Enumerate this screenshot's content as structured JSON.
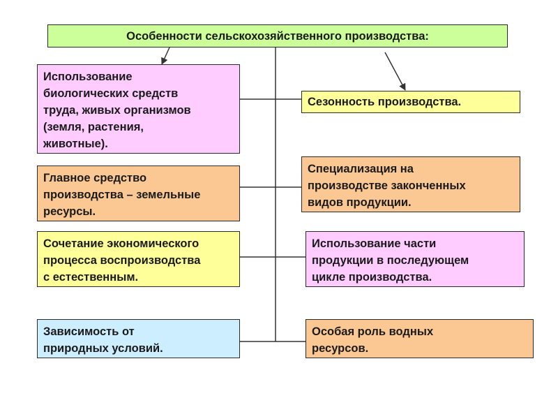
{
  "colors": {
    "green": "#ccff99",
    "pink": "#ffccff",
    "orange": "#fbc893",
    "yellow": "#ffff99",
    "blue": "#cceeff",
    "line": "#333333"
  },
  "diagram": {
    "title": "Особенности сельскохозяйственного производства:",
    "left_boxes": [
      {
        "text": "Использование\nбиологических средств\nтруда, живых организмов\n(земля, растения,\nживотные).",
        "color": "pink"
      },
      {
        "text": "Главное средство\nпроизводства – земельные\nресурсы.",
        "color": "orange"
      },
      {
        "text": "Сочетание экономического\nпроцесса воспроизводства\nс естественным.",
        "color": "yellow"
      },
      {
        "text": "Зависимость от\nприродных условий.",
        "color": "blue"
      }
    ],
    "right_boxes": [
      {
        "text": "Сезонность производства.",
        "color": "yellow"
      },
      {
        "text": "Специализация на\nпроизводстве законченных\nвидов продукции.",
        "color": "orange"
      },
      {
        "text": "Использование части\nпродукции в последующем\nцикле производства.",
        "color": "pink"
      },
      {
        "text": "Особая роль водных\nресурсов.",
        "color": "orange"
      }
    ]
  }
}
